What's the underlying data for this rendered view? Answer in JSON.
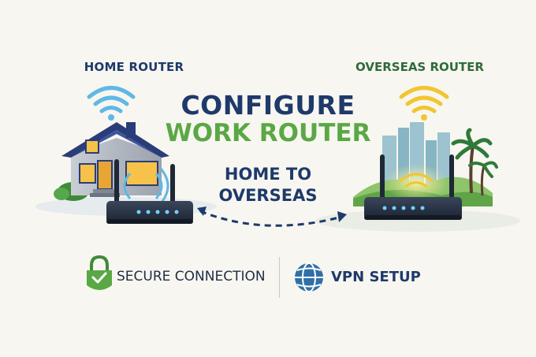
{
  "labels": {
    "home_router": "HOME ROUTER",
    "overseas_router": "OVERSEAS ROUTER"
  },
  "title": {
    "line1": "CONFIGURE",
    "line2": "WORK ROUTER"
  },
  "subtitle": {
    "line1": "HOME TO",
    "line2": "OVERSEAS"
  },
  "features": {
    "secure": "SECURE CONNECTION",
    "vpn": "VPN SETUP"
  },
  "icons": {
    "home_wifi": "wifi-icon",
    "overseas_wifi": "wifi-icon",
    "house": "house-icon",
    "city": "city-skyline-icon",
    "router": "router-icon",
    "lock": "lock-icon",
    "globe": "globe-icon",
    "arrow": "dashed-arrow-icon"
  },
  "colors": {
    "navy": "#1e3a6b",
    "green": "#5aa845",
    "dark_green": "#2f6b3a",
    "wifi_blue": "#5fb8e6",
    "wifi_yellow": "#f2c531",
    "router_body": "#2a3547",
    "background": "#f8f6f0"
  }
}
